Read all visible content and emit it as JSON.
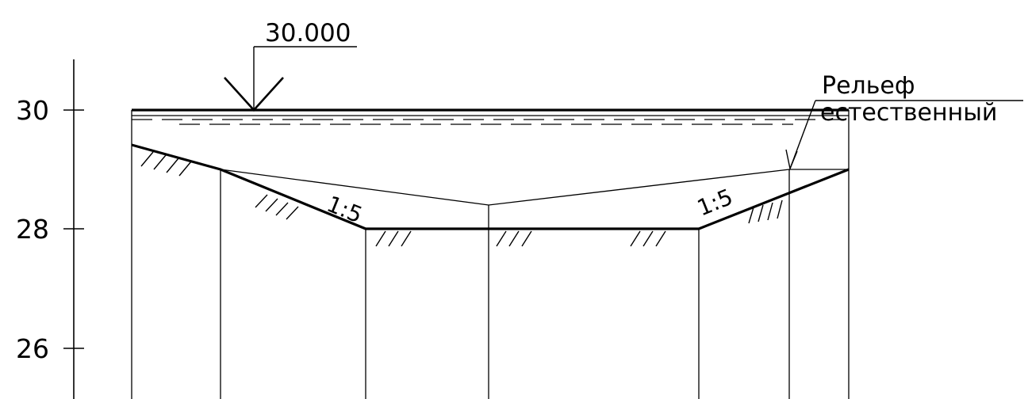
{
  "elevation_mark": "30.000",
  "y_axis": {
    "ticks": [
      "30",
      "28",
      "26"
    ]
  },
  "slopes": {
    "left": "1:5",
    "right": "1:5"
  },
  "note": {
    "line1": "Рельеф",
    "line2": "естественный"
  }
}
